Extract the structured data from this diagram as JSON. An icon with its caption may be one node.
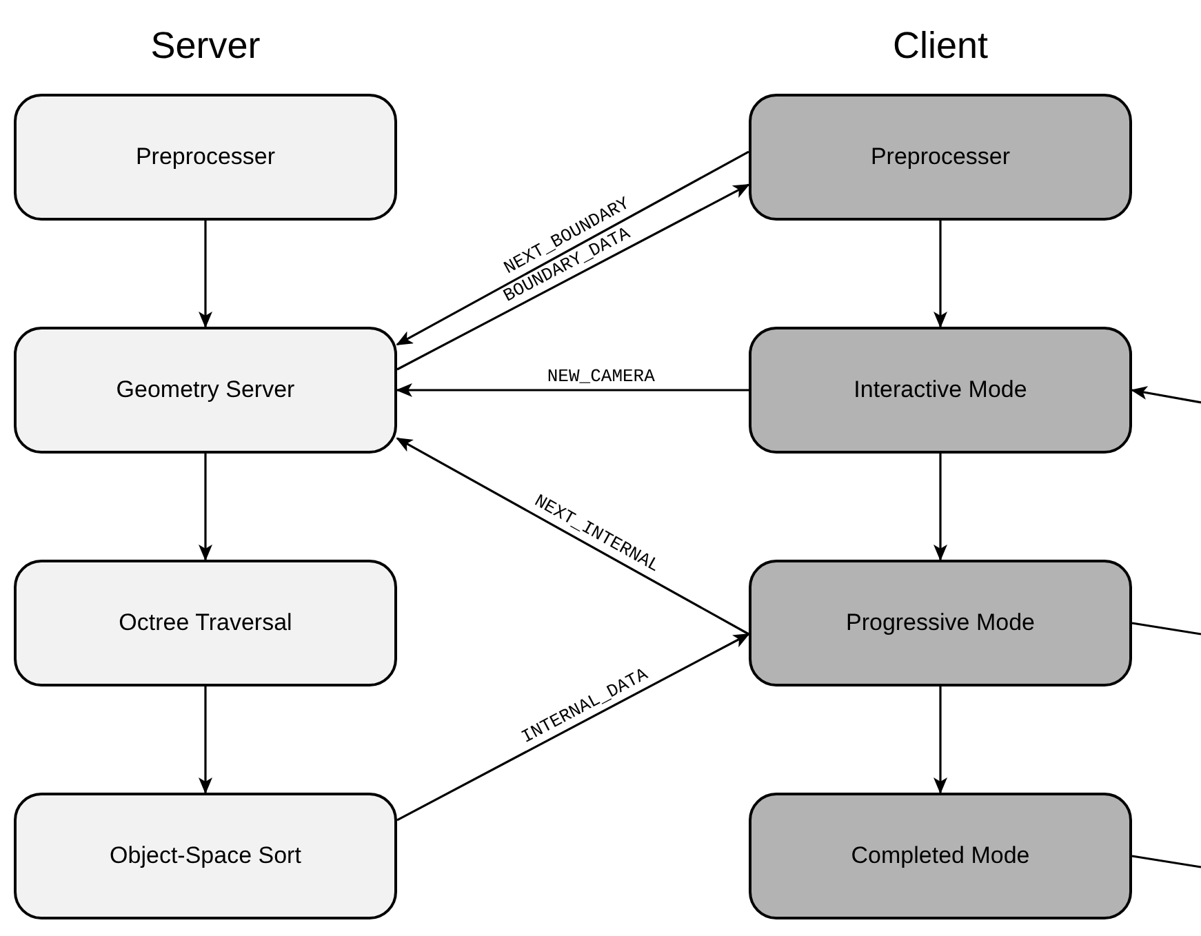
{
  "diagram": {
    "nodes": [
      {
        "text": [
          "Preprocesser"
        ]
      },
      {
        "text": [
          "Geometry Server"
        ]
      },
      {
        "text": [
          "Octree Traversal"
        ]
      },
      {
        "text": [
          "Object-Space Sort"
        ]
      },
      {
        "text": [
          "Preprocesser"
        ]
      },
      {
        "text": [
          "Interactive Mode"
        ]
      },
      {
        "text": [
          "Progressive Mode"
        ]
      },
      {
        "text": [
          "Completed Mode"
        ]
      }
    ],
    "edges": [
      {
        "from": 0,
        "to": 1,
        "arrow": "to"
      },
      {
        "from": 1,
        "to": 2,
        "arrow": "to"
      },
      {
        "from": 2,
        "to": 3,
        "arrow": "to"
      },
      {
        "from": 4,
        "to": 5,
        "arrow": "to"
      },
      {
        "from": 5,
        "to": 6,
        "arrow": "to"
      },
      {
        "from": 6,
        "to": 7,
        "arrow": "to"
      },
      {
        "from": 4,
        "to": 1,
        "arrow": "to",
        "label": "NEXT_BOUNDARY"
      },
      {
        "from": 1,
        "to": 4,
        "arrow": "to",
        "label": "BOUNDARY_DATA"
      },
      {
        "from": 5,
        "to": 1,
        "arrow": "to",
        "label": "NEW_CAMERA"
      },
      {
        "from": 6,
        "to": 1,
        "arrow": "to",
        "label": "NEXT_INTERNAL"
      },
      {
        "from": 3,
        "to": 6,
        "arrow": "to",
        "label": "INTERNAL_DATA"
      },
      {
        "from": null,
        "to": 5,
        "arrow": "to"
      },
      {
        "from": 6,
        "to": null,
        "arrow": "none"
      },
      {
        "from": 7,
        "to": null,
        "arrow": "none"
      }
    ],
    "labels": [
      "Server",
      "Client"
    ]
  }
}
